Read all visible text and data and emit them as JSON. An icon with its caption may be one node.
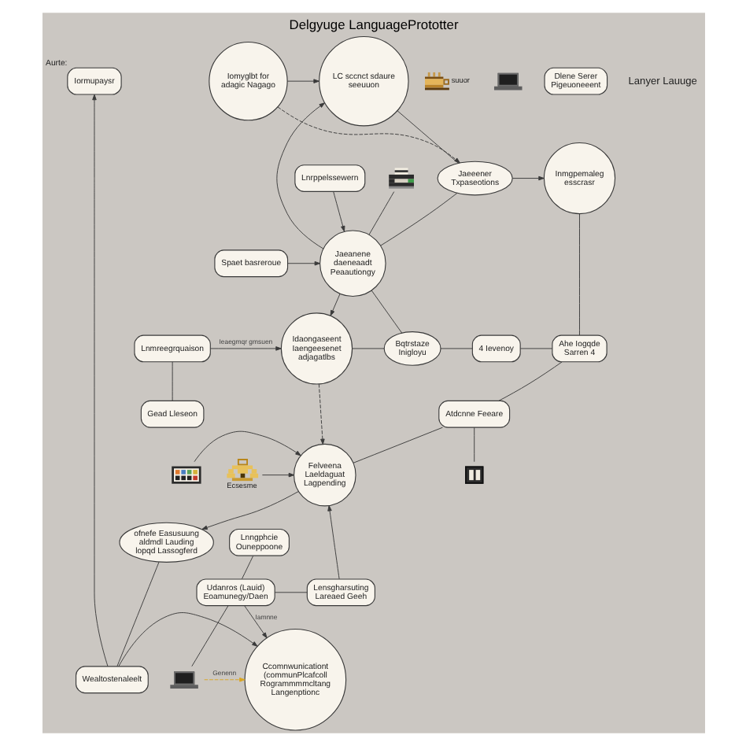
{
  "diagram": {
    "title": "Delgyuge LanguagePrototter",
    "nodes": [
      {
        "text": [
          "LC sccnct sdaure seeuuon"
        ]
      },
      {
        "text": [
          "Iomyglbt for adagic Nagago"
        ]
      },
      {
        "text": [
          "Iormupaysr"
        ],
        "beside": [
          "Aurte:"
        ]
      },
      {
        "text": [
          "suuor"
        ]
      },
      {
        "text": [],
        "shape": "picture"
      },
      {
        "text": [
          "Lnrppelssewern"
        ]
      },
      {
        "text": [
          "Jaeeener Txpaseotions"
        ]
      },
      {
        "text": [
          "Inmgpemaleg esscrasr"
        ]
      },
      {
        "text": [
          "Jaeanene daeneaadt Peaautiongy"
        ]
      },
      {
        "text": [
          "Spaet basreroue"
        ]
      },
      {
        "text": [],
        "shape": "picture"
      },
      {
        "text": [
          "Bqtrstaze Inigloyu"
        ]
      },
      {
        "text": [
          "4 Ievenoy"
        ]
      },
      {
        "text": [
          "Ahe Iogqde Sarren 4"
        ]
      },
      {
        "text": [
          "Idaongaseent Iaengeesenet adjagatlbs"
        ]
      },
      {
        "text": [
          "Lnmreegrquaison"
        ]
      },
      {
        "text": [
          "Gead Lleseon"
        ]
      },
      {
        "text": [
          "Atdcnne Feeare"
        ]
      },
      {
        "text": [],
        "shape": "picture"
      },
      {
        "text": [
          "Ecsesme"
        ]
      },
      {
        "text": [],
        "shape": "picture"
      },
      {
        "text": [
          "Felveena Laeldaguat Lagpending"
        ]
      },
      {
        "text": [
          "Lnngphcie Ouneppoone"
        ]
      },
      {
        "text": [
          "ofnefe Easusuung aldmdl Lauding lopqd Lassogferd"
        ]
      },
      {
        "text": [
          "Udanros (Lauid) Eoamunegy/Daen"
        ]
      },
      {
        "text": [
          "Lensgharsuting Lareaed Geeh"
        ]
      },
      {
        "text": [],
        "shape": "picture"
      },
      {
        "text": [
          "Ccomnwunicationt (communPlcafcoll Rogrammmmcltang Langenptionc"
        ]
      },
      {
        "text": [
          "Wealtostenaleelt"
        ]
      },
      {
        "text": [
          "Dlene Serer Pigeuoneeent"
        ]
      }
    ],
    "edges": [
      {
        "from": 1,
        "to": 0,
        "arrow": "to"
      },
      {
        "from": 0,
        "to": 6,
        "arrow": "none"
      },
      {
        "from": 8,
        "to": 0,
        "arrow": "to"
      },
      {
        "from": 5,
        "to": 8,
        "arrow": "to"
      },
      {
        "from": 9,
        "to": 8,
        "arrow": "to"
      },
      {
        "from": 8,
        "to": 6,
        "arrow": "none"
      },
      {
        "from": 1,
        "to": 6,
        "arrow": "to",
        "style": "dashed"
      },
      {
        "from": 6,
        "to": 7,
        "arrow": "to"
      },
      {
        "from": 28,
        "to": 2,
        "arrow": "to"
      },
      {
        "from": 10,
        "to": 8,
        "arrow": "none"
      },
      {
        "from": 15,
        "to": 14,
        "arrow": "to",
        "label": "Ieaegmqr gmsuen"
      },
      {
        "from": 8,
        "to": 14,
        "arrow": "to"
      },
      {
        "from": 8,
        "to": 11,
        "arrow": "none"
      },
      {
        "from": 14,
        "to": 11,
        "arrow": "none"
      },
      {
        "from": 11,
        "to": 12,
        "arrow": "none"
      },
      {
        "from": 12,
        "to": 13,
        "arrow": "none"
      },
      {
        "from": 7,
        "to": 13,
        "arrow": "none"
      },
      {
        "from": 13,
        "to": 17,
        "arrow": "none"
      },
      {
        "from": 17,
        "to": 20,
        "arrow": "none"
      },
      {
        "from": 17,
        "to": 21,
        "arrow": "none"
      },
      {
        "from": 14,
        "to": 21,
        "arrow": "to",
        "style": "dashed"
      },
      {
        "from": 18,
        "to": 21,
        "arrow": "to"
      },
      {
        "from": 19,
        "to": 21,
        "arrow": "to"
      },
      {
        "from": 15,
        "to": 16,
        "arrow": "none"
      },
      {
        "from": 21,
        "to": 23,
        "arrow": "to"
      },
      {
        "from": 23,
        "to": 28,
        "arrow": "none"
      },
      {
        "from": 28,
        "to": 27,
        "arrow": "to"
      },
      {
        "from": 22,
        "to": 24,
        "arrow": "none"
      },
      {
        "from": 24,
        "to": 25,
        "arrow": "none"
      },
      {
        "from": 24,
        "to": 27,
        "arrow": "to",
        "label": "Iamnne"
      },
      {
        "from": 25,
        "to": 21,
        "arrow": "to"
      },
      {
        "from": 26,
        "to": 24,
        "arrow": "none"
      },
      {
        "from": 26,
        "to": 27,
        "arrow": "to",
        "style": "dashed",
        "color": "#d9a520",
        "label": "Genenn"
      }
    ],
    "labels": [
      "Lanyer Lauuge"
    ]
  }
}
